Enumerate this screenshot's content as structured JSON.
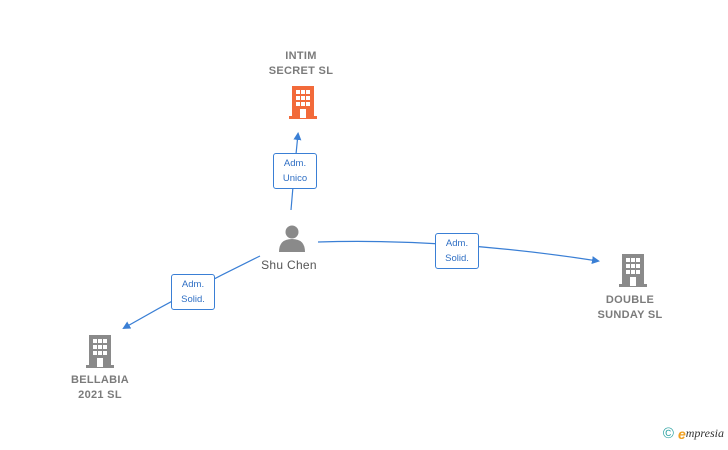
{
  "nodes": {
    "intim": {
      "line1": "INTIM",
      "line2": "SECRET  SL",
      "color": "#f26a3a"
    },
    "double": {
      "line1": "DOUBLE",
      "line2": "SUNDAY  SL",
      "color": "#8a8a8a"
    },
    "bellabia": {
      "line1": "BELLABIA",
      "line2": "2021  SL",
      "color": "#8a8a8a"
    },
    "person": {
      "name": "Shu Chen",
      "color": "#8a8a8a"
    }
  },
  "edges": {
    "to_intim": {
      "line1": "Adm.",
      "line2": "Unico"
    },
    "to_double": {
      "line1": "Adm.",
      "line2": "Solid."
    },
    "to_bellabia": {
      "line1": "Adm.",
      "line2": "Solid."
    }
  },
  "colors": {
    "edge": "#3a7fd5"
  },
  "brand": {
    "copyright": "©",
    "e": "e",
    "rest": "mpresia"
  }
}
